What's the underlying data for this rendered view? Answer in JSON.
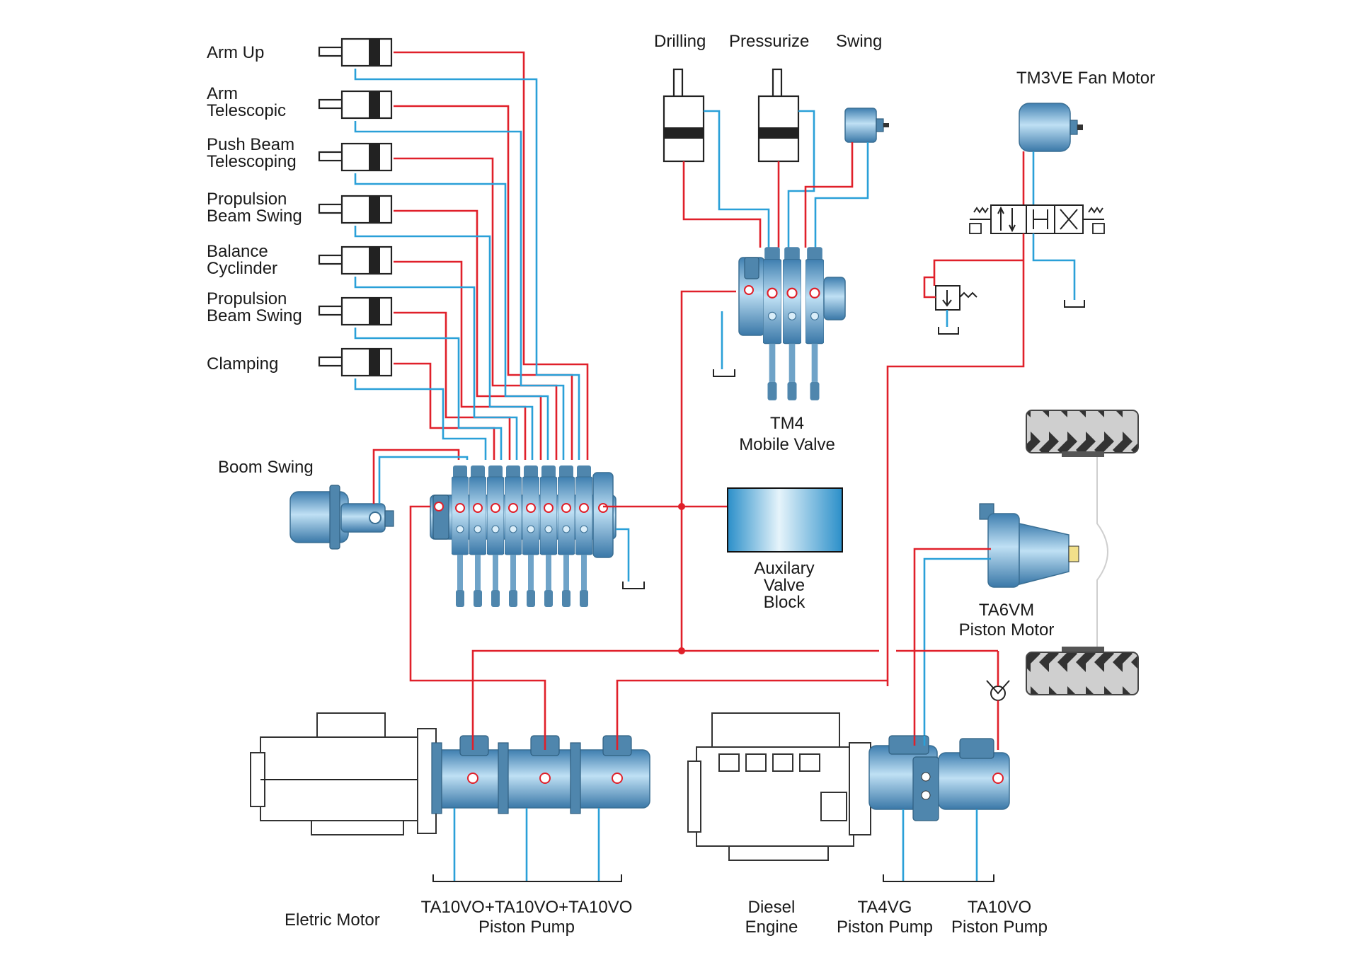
{
  "colors": {
    "pressure_line": "#e0202a",
    "return_line": "#2aa0d8",
    "component_blue": "#5b9bd5"
  },
  "cylinders": [
    {
      "label_lines": [
        "Arm Up"
      ]
    },
    {
      "label_lines": [
        "Arm",
        "Telescopic"
      ]
    },
    {
      "label_lines": [
        "Push Beam",
        "Telescoping"
      ]
    },
    {
      "label_lines": [
        "Propulsion",
        "Beam Swing"
      ]
    },
    {
      "label_lines": [
        "Balance",
        "Cyclinder"
      ]
    },
    {
      "label_lines": [
        "Propulsion",
        "Beam Swing"
      ]
    },
    {
      "label_lines": [
        "Clamping"
      ]
    }
  ],
  "top_actuators": {
    "drilling": "Drilling",
    "pressurize": "Pressurize",
    "swing": "Swing"
  },
  "fan_motor": "TM3VE Fan Motor",
  "boom_swing": "Boom Swing",
  "tm4_valve": {
    "line1": "TM4",
    "line2": "Mobile Valve"
  },
  "auxiliary_block": {
    "line1": "Auxilary",
    "line2": "Valve",
    "line3": "Block"
  },
  "ta6vm": {
    "line1": "TA6VM",
    "line2": "Piston Motor"
  },
  "electric_motor": "Eletric Motor",
  "pump_group_1": {
    "line1": "TA10VO+TA10VO+TA10VO",
    "line2": "Piston Pump"
  },
  "diesel_engine": {
    "line1": "Diesel",
    "line2": "Engine"
  },
  "ta4vg": {
    "line1": "TA4VG",
    "line2": "Piston Pump"
  },
  "ta10vo": {
    "line1": "TA10VO",
    "line2": "Piston Pump"
  }
}
